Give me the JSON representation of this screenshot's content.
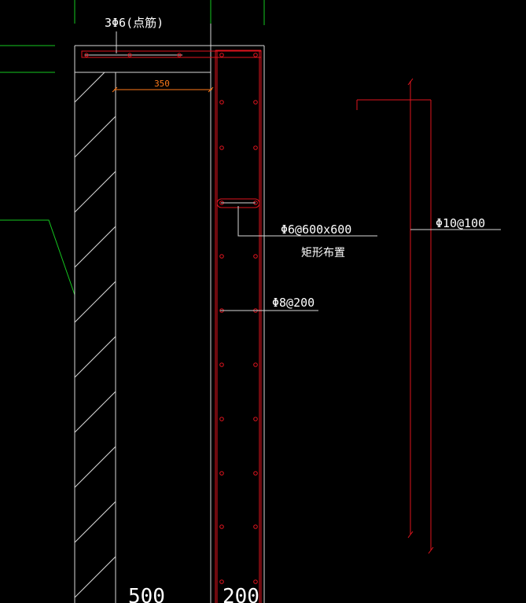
{
  "colors": {
    "background": "#000000",
    "rebar": "#e0141e",
    "line": "#d9d9d9",
    "text": "#ffffff",
    "dimension": "#ff7a1a",
    "grid": "#15c81f"
  },
  "labels": {
    "top_rebar": "3Φ6(点筋)",
    "dimension_width": "350",
    "tie_spec": "Φ6@600x600",
    "tie_layout": "矩形布置",
    "stirrup_spec": "Φ8@200",
    "vertical_bar_spec": "Φ10@100",
    "wall_thickness": "500",
    "column_thickness": "200"
  }
}
